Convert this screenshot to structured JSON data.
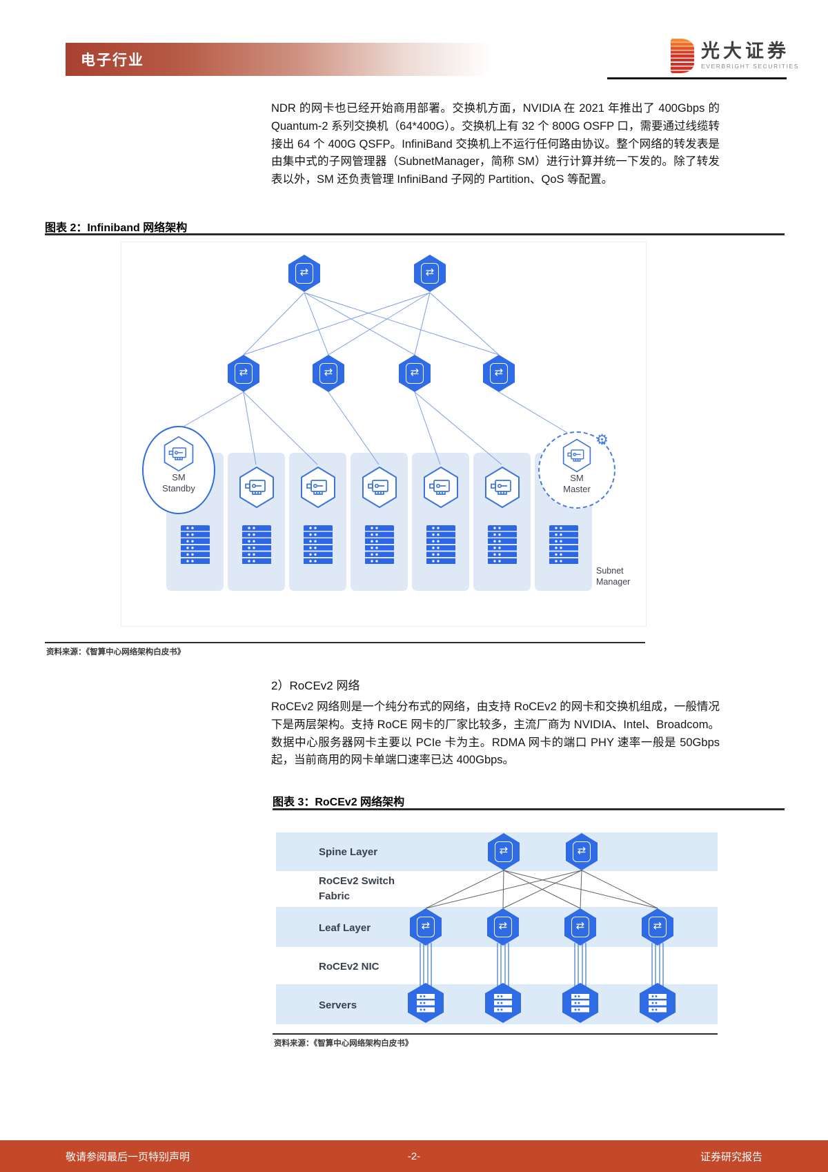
{
  "header": {
    "category": "电子行业",
    "brand_cn": "光大证券",
    "brand_en": "EVERBRIGHT SECURITIES"
  },
  "paragraphs": {
    "p1": "NDR 的网卡也已经开始商用部署。交换机方面，NVIDIA 在 2021 年推出了 400Gbps 的 Quantum-2 系列交换机（64*400G）。交换机上有 32 个 800G OSFP 口，需要通过线缆转接出 64 个 400G QSFP。InfiniBand 交换机上不运行任何路由协议。整个网络的转发表是由集中式的子网管理器（SubnetManager，简称 SM）进行计算并统一下发的。除了转发表以外，SM 还负责管理 InfiniBand 子网的 Partition、QoS 等配置。",
    "p2": "RoCEv2 网络则是一个纯分布式的网络，由支持 RoCEv2 的网卡和交换机组成，一般情况下是两层架构。支持 RoCE 网卡的厂家比较多，主流厂商为 NVIDIA、Intel、Broadcom。数据中心服务器网卡主要以 PCIe 卡为主。RDMA 网卡的端口 PHY 速率一般是 50Gbps 起，当前商用的网卡单端口速率已达 400Gbps。"
  },
  "section_roce": {
    "heading": "2）RoCEv2 网络"
  },
  "figure2": {
    "title": "图表 2：Infiniband 网络架构",
    "source": "资料来源：《智算中心网络架构白皮书》",
    "sm_standby": {
      "l1": "SM",
      "l2": "Standby"
    },
    "sm_master": {
      "l1": "SM",
      "l2": "Master"
    },
    "subnet_manager": {
      "l1": "Subnet",
      "l2": "Manager"
    }
  },
  "figure3": {
    "title": "图表 3：RoCEv2 网络架构",
    "source": "资料来源：《智算中心网络架构白皮书》",
    "layers": [
      {
        "label": "Spine Layer"
      },
      {
        "label": "RoCEv2 Switch Fabric"
      },
      {
        "label": "Leaf Layer"
      },
      {
        "label": "RoCEv2 NIC"
      },
      {
        "label": "Servers"
      }
    ]
  },
  "footer": {
    "left": "敬请参阅最后一页特别声明",
    "page": "-2-",
    "right": "证券研究报告"
  },
  "icons": {
    "switch": "⇄",
    "gear": "⚙"
  },
  "colors": {
    "switch_blue": "#2f6be4",
    "panel_blue": "#dfe9f6",
    "band_blue": "#dce9f6",
    "line_blue": "#7d9ee6",
    "accent_red": "#c4492a"
  }
}
